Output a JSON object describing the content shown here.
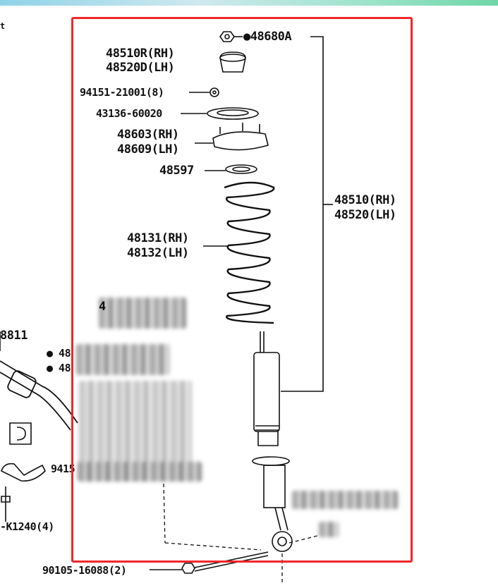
{
  "corner_mark": "t",
  "labels": {
    "p48680A": "●48680A",
    "p48510R": "48510R(RH)",
    "p48520D": "48520D(LH)",
    "p94151": "94151-21001(8)",
    "p43136": "43136-60020",
    "p48603": "48603(RH)",
    "p48609": "48609(LH)",
    "p48597": "48597",
    "p48510RH": "48510(RH)",
    "p48520LH": "48520(LH)",
    "p48131": "48131(RH)",
    "p48132": "48132(LH)",
    "p48811": "8811",
    "pK1240": "-K1240(4)",
    "p90105": "90105-16088(2)",
    "pDot1": "● 48",
    "pDot2": "● 48",
    "p4": "4",
    "p9415": "9415"
  },
  "highlight_color": "#f0262b"
}
